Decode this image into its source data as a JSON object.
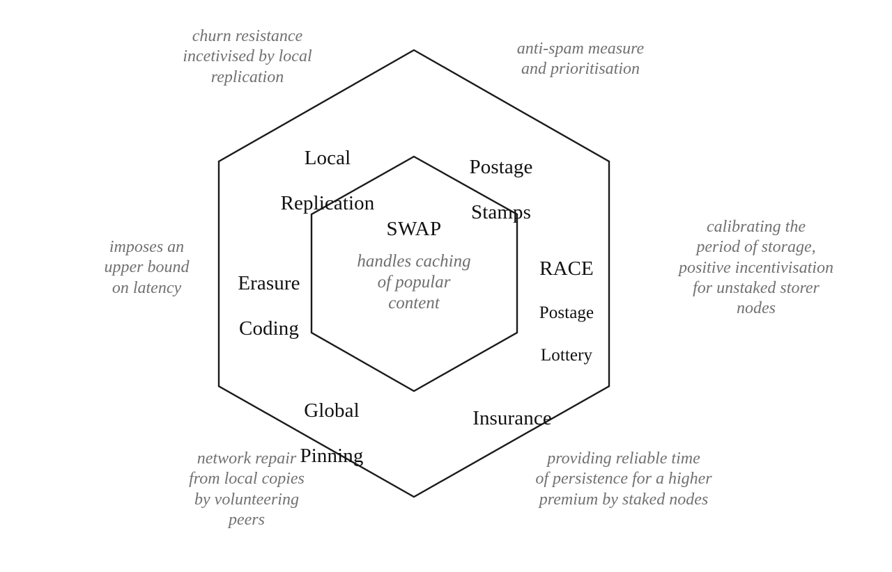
{
  "diagram": {
    "title": "SWAP incentive hexagon",
    "stroke_color": "#1a1a1a",
    "annotation_color": "#717171",
    "label_color": "#111111",
    "background": "#ffffff"
  },
  "core": {
    "name": "SWAP",
    "description": "handles caching\nof popular\ncontent"
  },
  "nodes": [
    {
      "id": "local-replication",
      "line1": "Local",
      "line2": "Replication"
    },
    {
      "id": "postage-stamps",
      "line1": "Postage",
      "line2": "Stamps"
    },
    {
      "id": "race-postage-lottery",
      "line1": "RACE",
      "line2": "Postage",
      "line3": "Lottery"
    },
    {
      "id": "insurance",
      "line1": "Insurance"
    },
    {
      "id": "global-pinning",
      "line1": "Global",
      "line2": "Pinning"
    },
    {
      "id": "erasure-coding",
      "line1": "Erasure",
      "line2": "Coding"
    }
  ],
  "annotations": [
    {
      "id": "churn-resistance",
      "text": "churn resistance\nincetivised by local\nreplication"
    },
    {
      "id": "anti-spam",
      "text": "anti-spam measure\nand prioritisation"
    },
    {
      "id": "calibrating-storage",
      "text": "calibrating the\nperiod of storage,\npositive incentivisation\nfor unstaked storer\nnodes"
    },
    {
      "id": "reliable-time",
      "text": "providing reliable time\nof persistence for a higher\npremium by staked nodes"
    },
    {
      "id": "network-repair",
      "text": "network repair\nfrom local copies\nby volunteering\npeers"
    },
    {
      "id": "upper-bound-latency",
      "text": "imposes an\nupper bound\non latency"
    }
  ]
}
